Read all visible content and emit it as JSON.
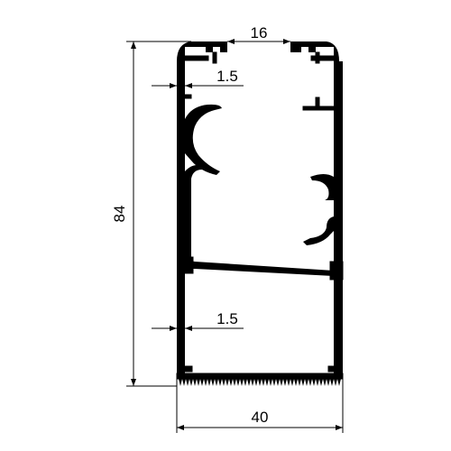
{
  "drawing": {
    "dimensions": {
      "top_gap": "16",
      "wall_upper": "1.5",
      "wall_lower": "1.5",
      "height": "84",
      "width": "40"
    },
    "colors": {
      "profile": "#000000",
      "background": "#ffffff"
    }
  }
}
